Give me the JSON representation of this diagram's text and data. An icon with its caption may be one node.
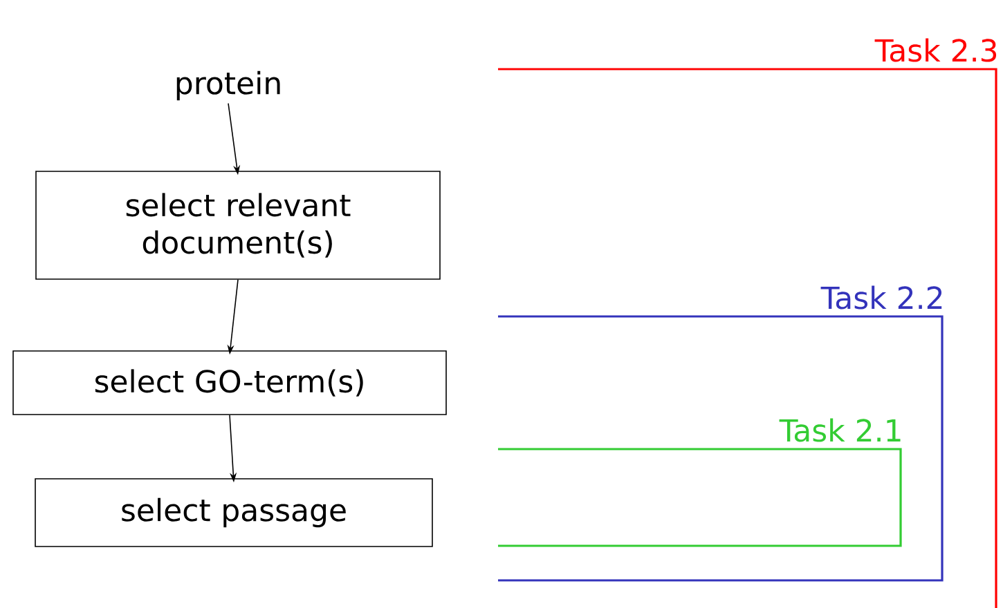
{
  "diagram": {
    "nodes": [
      {
        "text": [
          "protein"
        ]
      },
      {
        "text": [
          "select relevant document(s)"
        ]
      },
      {
        "text": [
          "select GO-term(s)"
        ]
      },
      {
        "text": [
          "select passage"
        ]
      }
    ],
    "edges": [
      {
        "from": 0,
        "to": 1,
        "arrow": "to"
      },
      {
        "from": 1,
        "to": 2,
        "arrow": "to"
      },
      {
        "from": 2,
        "to": 3,
        "arrow": "to"
      }
    ],
    "labels": [
      "Task 2.3",
      "Task 2.2",
      "Task 2.1"
    ]
  }
}
